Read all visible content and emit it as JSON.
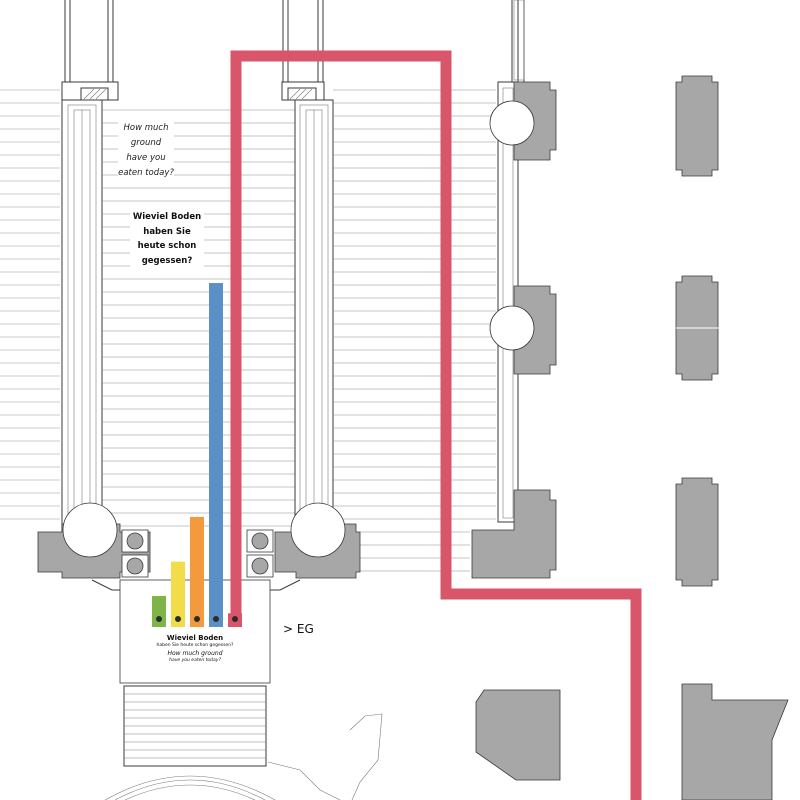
{
  "question_en": [
    "How much",
    "ground",
    "have you",
    "eaten today?"
  ],
  "question_de": [
    "Wieviel Boden",
    "haben Sie",
    "heute schon",
    "gegessen?"
  ],
  "floor_label": "> EG",
  "sign": {
    "title_de": "Wieviel Boden",
    "subtitle_de": "haben Sie heute schon gegessen?",
    "title_en": "How much ground",
    "subtitle_en": "have you eaten today?"
  },
  "colors": {
    "route": "#d9566a",
    "building": "#a7a7a7"
  },
  "bar_chart": {
    "icons": [
      "leaf-icon",
      "bread-icon",
      "cheese-icon",
      "bottle-icon",
      "cow-icon"
    ],
    "colors": [
      "#7db549",
      "#f2dc4a",
      "#f39a3e",
      "#5b8fc7",
      "#d9566a"
    ],
    "relative_values": [
      0.09,
      0.19,
      0.32,
      1.0,
      0.04
    ]
  }
}
